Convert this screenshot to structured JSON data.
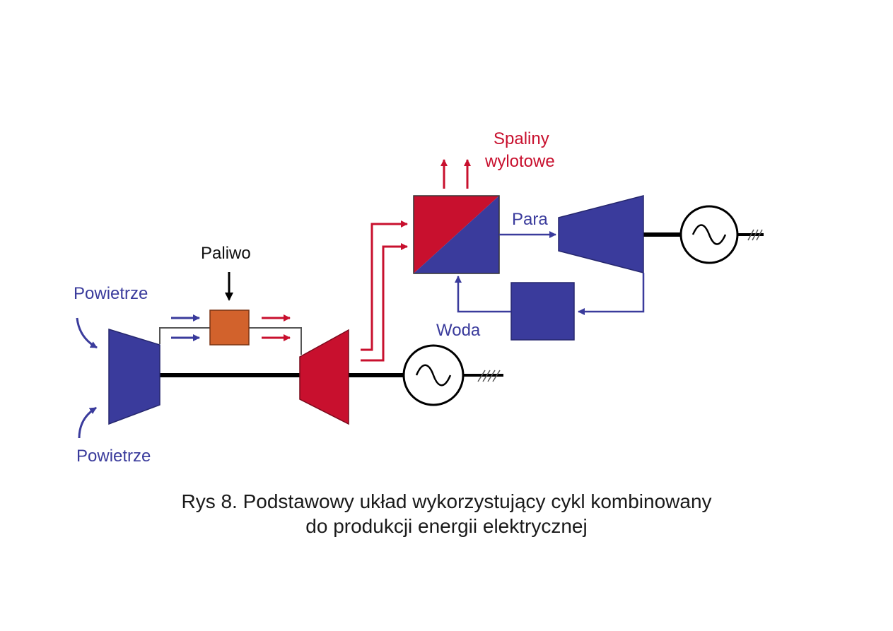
{
  "labels": {
    "powietrze_top": "Powietrze",
    "powietrze_bottom": "Powietrze",
    "paliwo": "Paliwo",
    "spaliny_line1": "Spaliny",
    "spaliny_line2": "wylotowe",
    "para": "Para",
    "woda": "Woda"
  },
  "caption": {
    "line1": "Rys 8. Podstawowy układ wykorzystujący cykl kombinowany",
    "line2": "do produkcji energii elektrycznej"
  },
  "colors": {
    "blue": "#3a3b9c",
    "red": "#c8102e",
    "orange": "#d2622c",
    "label_red": "#c8102e",
    "label_blue": "#3a3b9c",
    "shaft": "#000000"
  },
  "icons": [
    "compressor-icon",
    "gas-turbine-icon",
    "steam-turbine-icon",
    "generator-icon",
    "heat-exchanger-icon",
    "combustion-chamber-icon",
    "condenser-icon"
  ]
}
